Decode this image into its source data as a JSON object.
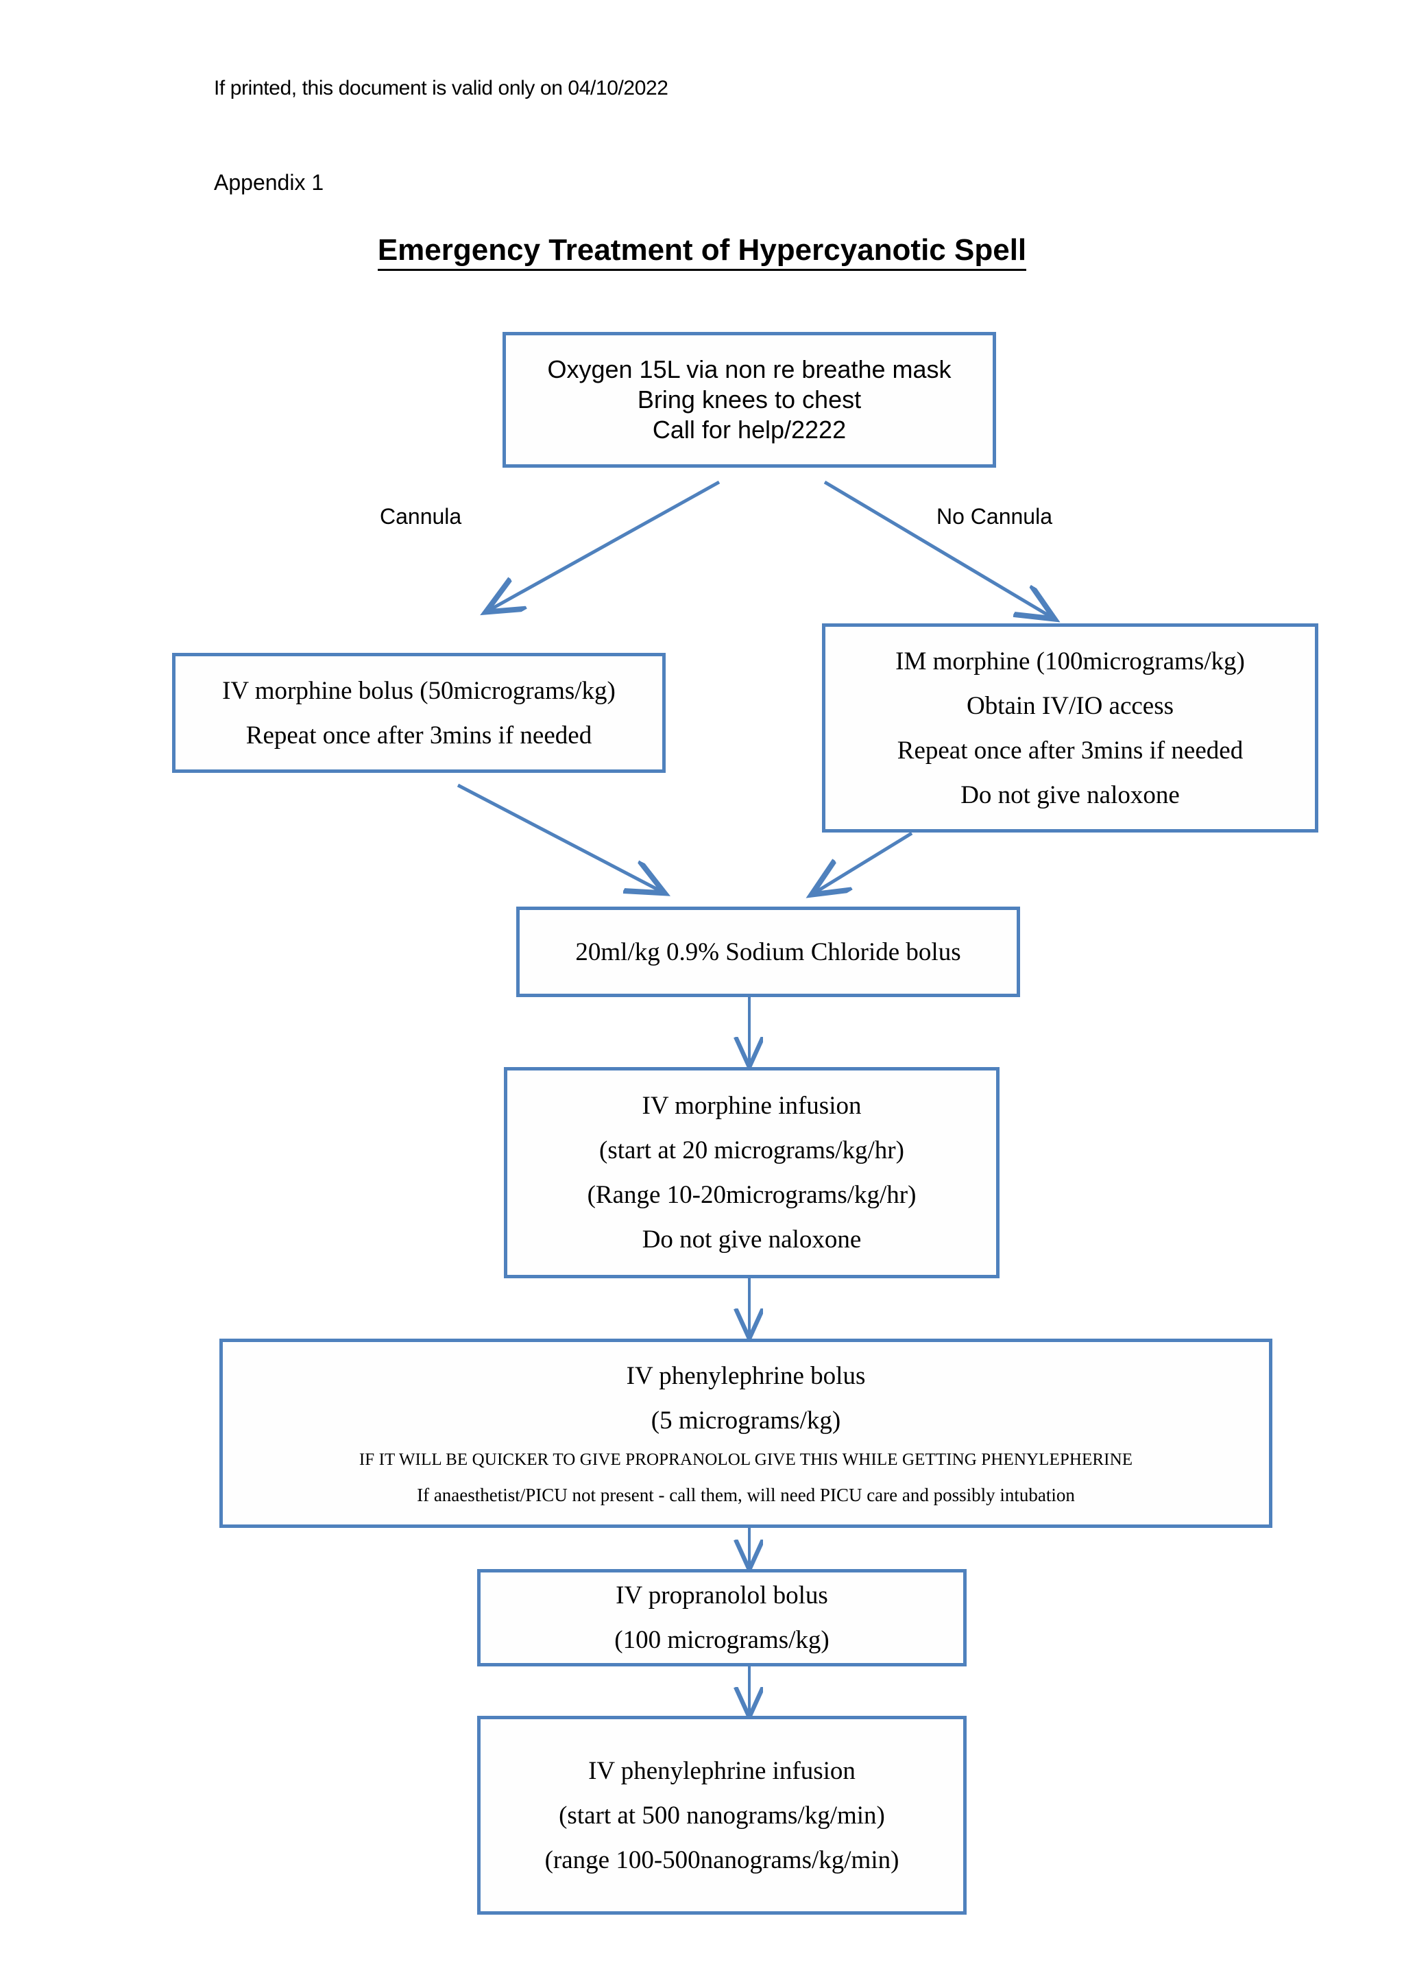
{
  "header": {
    "print_notice": "If printed, this document is valid only on 04/10/2022",
    "appendix_label": "Appendix 1",
    "title": "Emergency Treatment of Hypercyanotic Spell"
  },
  "colors": {
    "box_border": "#4F81BD",
    "connector": "#4F81BD",
    "text": "#000000",
    "page_background": "#FFFFFF"
  },
  "branch_labels": {
    "left": "Cannula",
    "right": "No Cannula"
  },
  "flowchart": {
    "boxes": [
      {
        "id": "oxygen",
        "lines": [
          "Oxygen 15L via non re breathe mask",
          "Bring knees to chest",
          "Call for help/2222"
        ]
      },
      {
        "id": "iv-morphine-bolus",
        "lines": [
          "IV morphine  bolus (50micrograms/kg)",
          "Repeat once after 3mins  if needed"
        ]
      },
      {
        "id": "im-morphine",
        "lines": [
          "IM morphine  (100micrograms/kg)",
          "Obtain IV/IO access",
          "Repeat once after 3mins  if needed",
          "Do not give  naloxone"
        ]
      },
      {
        "id": "sodium-chloride-bolus",
        "lines": [
          "20ml/kg  0.9% Sodium  Chloride  bolus"
        ]
      },
      {
        "id": "iv-morphine-infusion",
        "lines": [
          "IV morphine  infusion",
          "(start at 20 micrograms/kg/hr)",
          "(Range  10-20micrograms/kg/hr)",
          "Do not give  naloxone"
        ]
      },
      {
        "id": "iv-phenylephrine-bolus",
        "lines": [
          "IV phenylephrine  bolus",
          "(5 micrograms/kg)",
          "IF IT WILL BE QUICKER TO GIVE PROPRANOLOL GIVE THIS WHILE GETTING PHENYLEPHERINE",
          "If anaesthetist/PICU not present - call them, will  need PICU  care and possibly intubation"
        ]
      },
      {
        "id": "iv-propranolol-bolus",
        "lines": [
          "IV propranolol  bolus",
          "(100 micrograms/kg)"
        ]
      },
      {
        "id": "iv-phenylephrine-infusion",
        "lines": [
          "IV phenylephrine  infusion",
          "(start at 500 nanograms/kg/min)",
          "(range  100-500nanograms/kg/min)"
        ]
      }
    ]
  }
}
